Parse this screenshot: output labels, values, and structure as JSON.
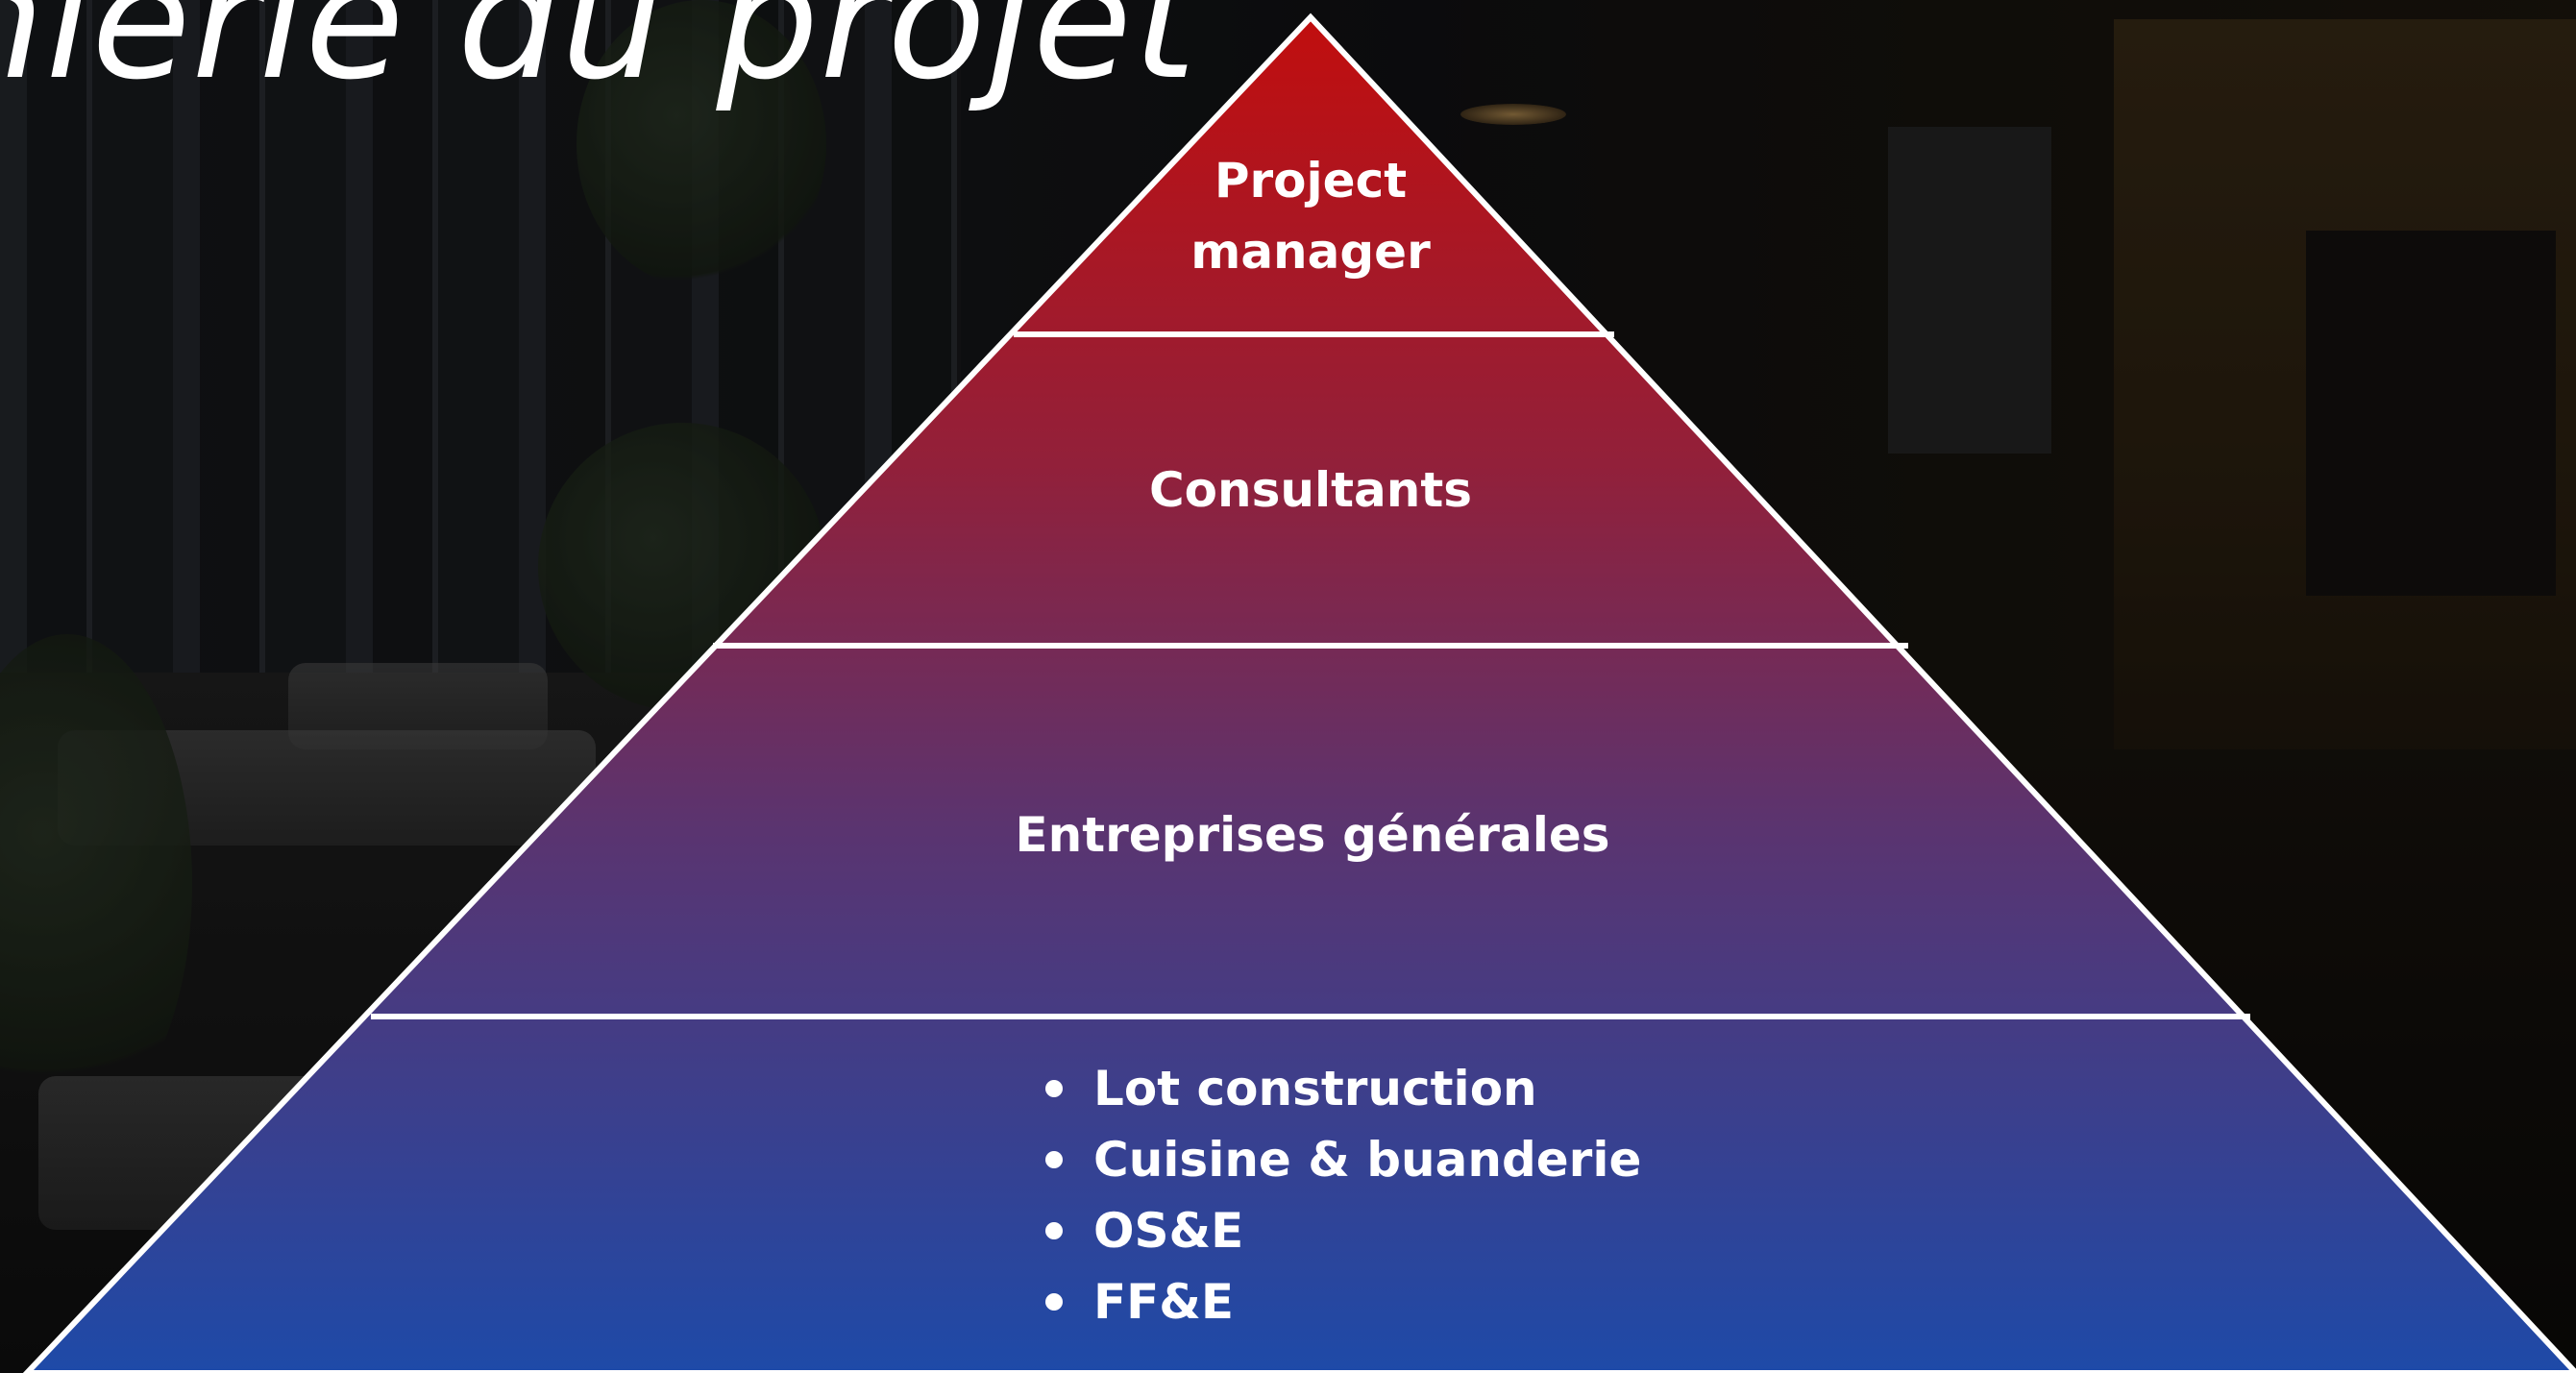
{
  "slide": {
    "title_fragment": "nierie du projet"
  },
  "pyramid": {
    "tiers": [
      {
        "label_lines": [
          "Project",
          "manager"
        ]
      },
      {
        "label_lines": [
          "Consultants"
        ]
      },
      {
        "label_lines": [
          "Entreprises générales"
        ]
      },
      {
        "items": [
          "Lot construction",
          "Cuisine & buanderie",
          "OS&E",
          "FF&E"
        ]
      }
    ],
    "colors": {
      "top": "#c10e0e",
      "upper_mid": "#92203a",
      "lower_mid": "#5a3470",
      "bottom": "#1e4aa8",
      "divider": "#ffffff"
    }
  }
}
